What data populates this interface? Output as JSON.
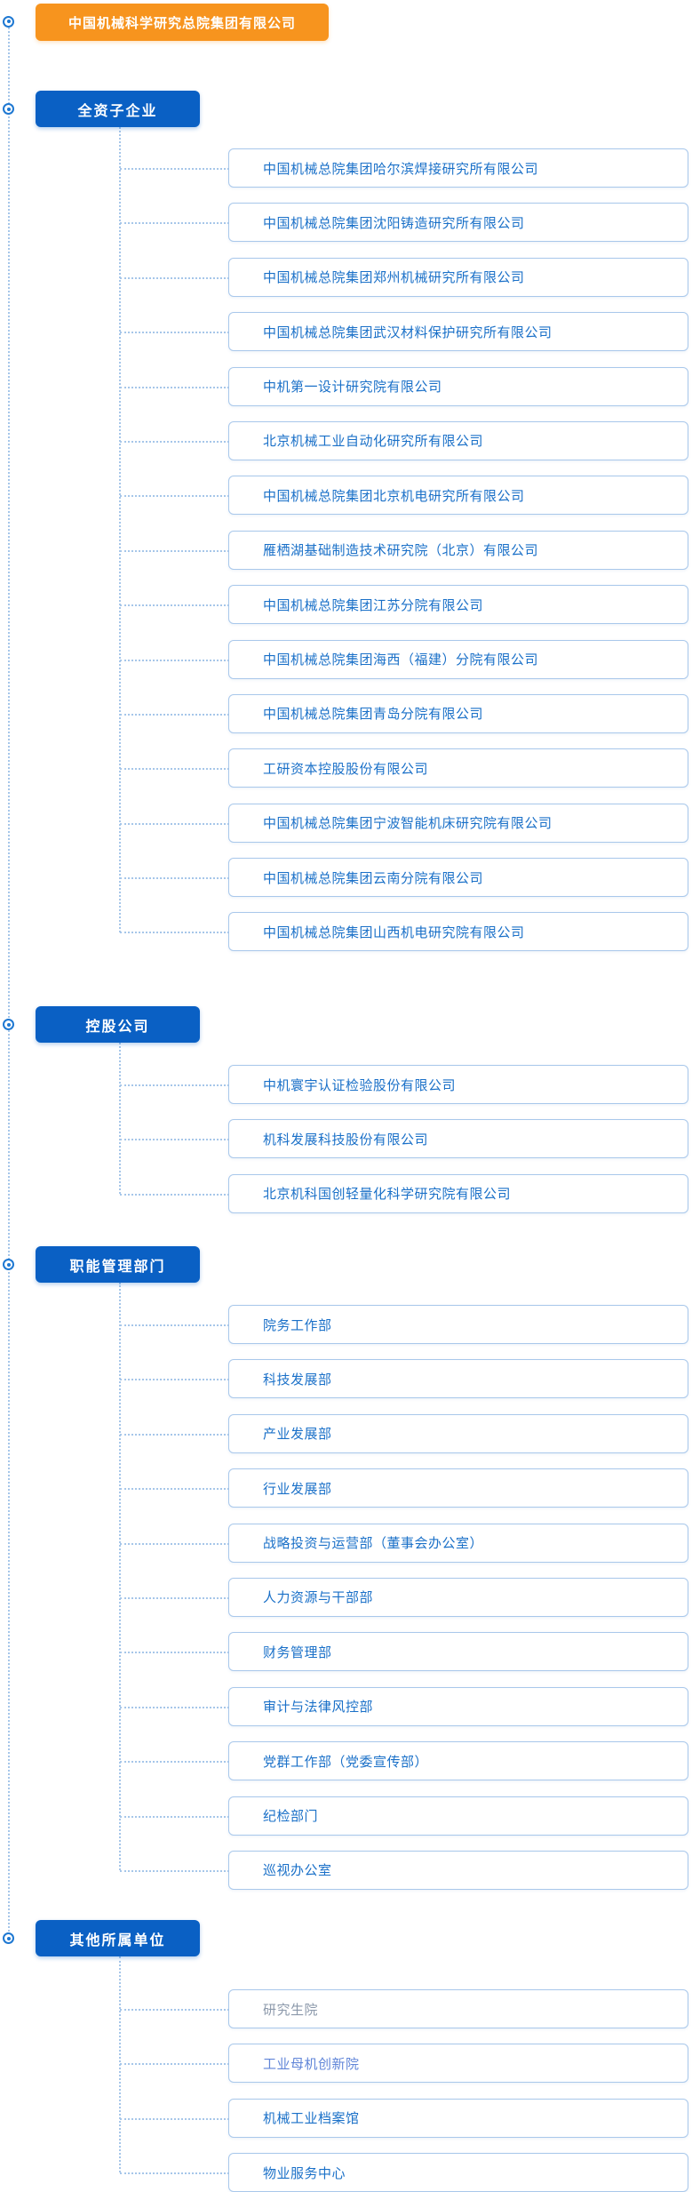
{
  "root": {
    "label": "中国机械科学研究总院集团有限公司"
  },
  "sections": [
    {
      "label": "全资子企业",
      "items": [
        {
          "label": "中国机械总院集团哈尔滨焊接研究所有限公司"
        },
        {
          "label": "中国机械总院集团沈阳铸造研究所有限公司"
        },
        {
          "label": "中国机械总院集团郑州机械研究所有限公司"
        },
        {
          "label": "中国机械总院集团武汉材料保护研究所有限公司"
        },
        {
          "label": "中机第一设计研究院有限公司"
        },
        {
          "label": "北京机械工业自动化研究所有限公司"
        },
        {
          "label": "中国机械总院集团北京机电研究所有限公司"
        },
        {
          "label": "雁栖湖基础制造技术研究院（北京）有限公司"
        },
        {
          "label": "中国机械总院集团江苏分院有限公司"
        },
        {
          "label": "中国机械总院集团海西（福建）分院有限公司"
        },
        {
          "label": "中国机械总院集团青岛分院有限公司"
        },
        {
          "label": "工研资本控股股份有限公司"
        },
        {
          "label": "中国机械总院集团宁波智能机床研究院有限公司"
        },
        {
          "label": "中国机械总院集团云南分院有限公司"
        },
        {
          "label": "中国机械总院集团山西机电研究院有限公司"
        }
      ]
    },
    {
      "label": "控股公司",
      "items": [
        {
          "label": "中机寰宇认证检验股份有限公司"
        },
        {
          "label": "机科发展科技股份有限公司"
        },
        {
          "label": "北京机科国创轻量化科学研究院有限公司"
        }
      ]
    },
    {
      "label": "职能管理部门",
      "items": [
        {
          "label": "院务工作部"
        },
        {
          "label": "科技发展部"
        },
        {
          "label": "产业发展部"
        },
        {
          "label": "行业发展部"
        },
        {
          "label": "战略投资与运营部（董事会办公室）"
        },
        {
          "label": "人力资源与干部部"
        },
        {
          "label": "财务管理部"
        },
        {
          "label": "审计与法律风控部"
        },
        {
          "label": "党群工作部（党委宣传部）"
        },
        {
          "label": "纪检部门"
        },
        {
          "label": "巡视办公室"
        }
      ]
    },
    {
      "label": "其他所属单位",
      "items": [
        {
          "label": "研究生院",
          "color": "#8b98aa"
        },
        {
          "label": "工业母机创新院",
          "color": "#6186d8"
        },
        {
          "label": "机械工业档案馆"
        },
        {
          "label": "物业服务中心"
        }
      ]
    }
  ],
  "colors": {
    "root_bg": "#f7941e",
    "section_bg": "#0a60c4",
    "item_text": "#1a70c8",
    "item_border": "#a9c8eb",
    "connector_dotted": "#a6c6e9",
    "node_ring": "#1e78d2",
    "muted_item_text": "#8b98aa",
    "light_item_text": "#6186d8"
  }
}
